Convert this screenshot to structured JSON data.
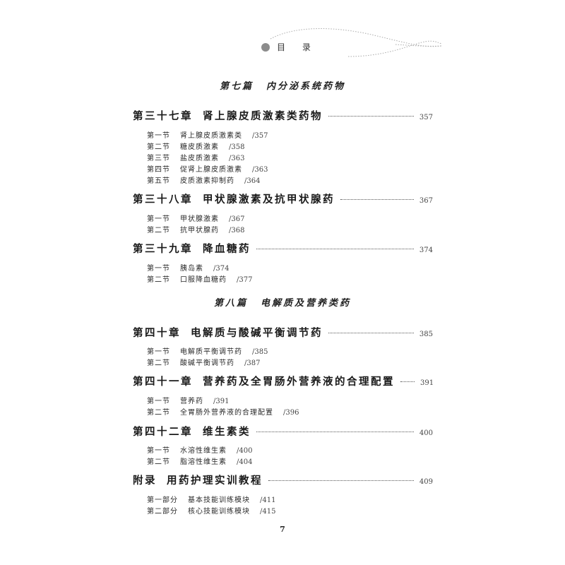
{
  "header": {
    "title": "目录",
    "title_display": "目 录",
    "accent_color": "#8c8c8c"
  },
  "parts": [
    {
      "number": "第七篇",
      "title": "内分泌系统药物",
      "chapters": [
        {
          "number": "第三十七章",
          "title": "肾上腺皮质激素类药物",
          "page": "357",
          "sections": [
            {
              "number": "第一节",
              "title": "肾上腺皮质激素类",
              "page": "/357"
            },
            {
              "number": "第二节",
              "title": "糖皮质激素",
              "page": "/358"
            },
            {
              "number": "第三节",
              "title": "盐皮质激素",
              "page": "/363"
            },
            {
              "number": "第四节",
              "title": "促肾上腺皮质激素",
              "page": "/363"
            },
            {
              "number": "第五节",
              "title": "皮质激素抑制药",
              "page": "/364"
            }
          ]
        },
        {
          "number": "第三十八章",
          "title": "甲状腺激素及抗甲状腺药",
          "page": "367",
          "sections": [
            {
              "number": "第一节",
              "title": "甲状腺激素",
              "page": "/367"
            },
            {
              "number": "第二节",
              "title": "抗甲状腺药",
              "page": "/368"
            }
          ]
        },
        {
          "number": "第三十九章",
          "title": "降血糖药",
          "page": "374",
          "sections": [
            {
              "number": "第一节",
              "title": "胰岛素",
              "page": "/374"
            },
            {
              "number": "第二节",
              "title": "口服降血糖药",
              "page": "/377"
            }
          ]
        }
      ]
    },
    {
      "number": "第八篇",
      "title": "电解质及营养类药",
      "chapters": [
        {
          "number": "第四十章",
          "title": "电解质与酸碱平衡调节药",
          "page": "385",
          "sections": [
            {
              "number": "第一节",
              "title": "电解质平衡调节药",
              "page": "/385"
            },
            {
              "number": "第二节",
              "title": "酸碱平衡调节药",
              "page": "/387"
            }
          ]
        },
        {
          "number": "第四十一章",
          "title": "营养药及全胃肠外营养液的合理配置",
          "page": "391",
          "sections": [
            {
              "number": "第一节",
              "title": "营养药",
              "page": "/391"
            },
            {
              "number": "第二节",
              "title": "全胃肠外营养液的合理配置",
              "page": "/396"
            }
          ]
        },
        {
          "number": "第四十二章",
          "title": "维生素类",
          "page": "400",
          "sections": [
            {
              "number": "第一节",
              "title": "水溶性维生素",
              "page": "/400"
            },
            {
              "number": "第二节",
              "title": "脂溶性维生素",
              "page": "/404"
            }
          ]
        }
      ]
    }
  ],
  "appendix": {
    "number": "附录",
    "title": "用药护理实训教程",
    "page": "409",
    "sections": [
      {
        "number": "第一部分",
        "title": "基本技能训练模块",
        "page": "/411"
      },
      {
        "number": "第二部分",
        "title": "核心技能训练模块",
        "page": "/415"
      }
    ]
  },
  "footer": {
    "page_number": "7"
  }
}
